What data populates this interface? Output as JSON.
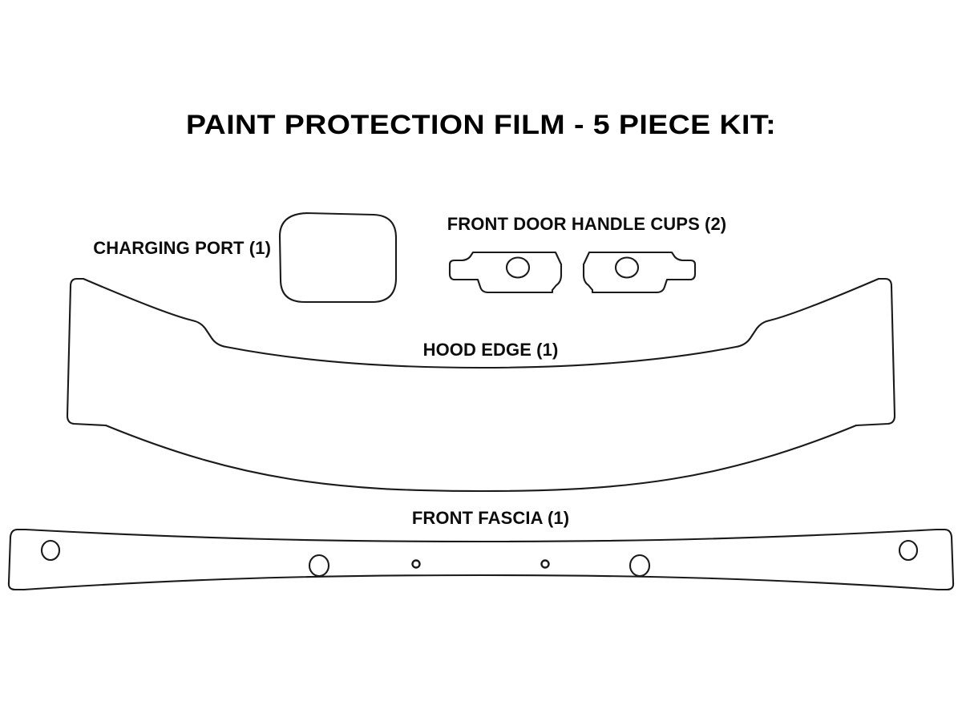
{
  "document": {
    "title": "PAINT PROTECTION FILM - 5 PIECE KIT:",
    "background_color": "#ffffff",
    "outline_color": "#1a1a1a",
    "text_color": "#000000",
    "piece_count": 5
  },
  "labels": {
    "charging_port": "CHARGING PORT (1)",
    "front_door_handle_cups": "FRONT DOOR HANDLE CUPS (2)",
    "hood_edge": "HOOD EDGE (1)",
    "front_fascia": "FRONT FASCIA (1)"
  },
  "pieces": [
    {
      "id": "charging-port",
      "label": "CHARGING PORT (1)",
      "quantity": 1,
      "shape": "rounded-rectangle"
    },
    {
      "id": "front-door-handle-cup-left",
      "label": "FRONT DOOR HANDLE CUPS (2)",
      "quantity": 2,
      "shape": "notched-polygon-with-hole"
    },
    {
      "id": "front-door-handle-cup-right",
      "label": "FRONT DOOR HANDLE CUPS (2)",
      "quantity": 2,
      "shape": "notched-polygon-with-hole"
    },
    {
      "id": "hood-edge",
      "label": "HOOD EDGE (1)",
      "quantity": 1,
      "shape": "wide-crescent-with-shoulders"
    },
    {
      "id": "front-fascia",
      "label": "FRONT FASCIA (1)",
      "quantity": 1,
      "shape": "long-bowed-strip-with-six-holes"
    }
  ]
}
